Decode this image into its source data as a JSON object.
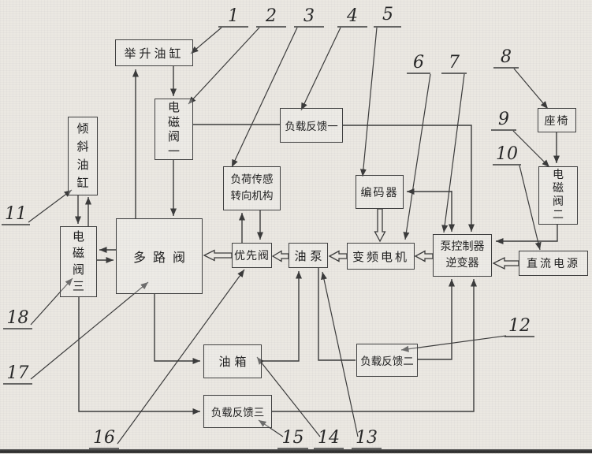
{
  "figure_type": "hydraulic-electric control system block diagram (scanned patent figure)",
  "colors": {
    "paper": "#ebe8e2",
    "line": "#3a3a3a",
    "text": "#1e1e1e"
  },
  "blocks": {
    "lift_cylinder": {
      "label": "举升油缸"
    },
    "solenoid_valve_1": {
      "label": "电磁阀一"
    },
    "load_feedback_1": {
      "label": "负载反馈一"
    },
    "tilt_cylinder": {
      "label": "倾斜油缸"
    },
    "solenoid_valve_3": {
      "label": "电磁阀三"
    },
    "multi_way_valve": {
      "label": "多路阀"
    },
    "load_sensing_steering": {
      "label": "负荷传感转向机构"
    },
    "priority_valve": {
      "label": "优先阀"
    },
    "oil_pump": {
      "label": "油泵"
    },
    "vfd_motor": {
      "label": "变频电机"
    },
    "encoder": {
      "label": "编码器"
    },
    "pump_controller_inverter": {
      "label": "泵控制器逆变器"
    },
    "dc_power": {
      "label": "直流电源"
    },
    "seat": {
      "label": "座椅"
    },
    "solenoid_valve_2": {
      "label": "电磁阀二"
    },
    "oil_tank": {
      "label": "油箱"
    },
    "load_feedback_2": {
      "label": "负载反馈二"
    },
    "load_feedback_3": {
      "label": "负载反馈三"
    }
  },
  "callouts": {
    "c1": {
      "label": "1",
      "target": "lift_cylinder"
    },
    "c2": {
      "label": "2",
      "target": "solenoid_valve_1"
    },
    "c3": {
      "label": "3",
      "target": "load_sensing_steering"
    },
    "c4": {
      "label": "4",
      "target": "load_feedback_1"
    },
    "c5": {
      "label": "5",
      "target": "encoder"
    },
    "c6": {
      "label": "6",
      "target": "vfd_motor"
    },
    "c7": {
      "label": "7",
      "target": "pump_controller_inverter"
    },
    "c8": {
      "label": "8",
      "target": "seat"
    },
    "c9": {
      "label": "9",
      "target": "solenoid_valve_2"
    },
    "c10": {
      "label": "10",
      "target": "dc_power"
    },
    "c11": {
      "label": "11",
      "target": "tilt_cylinder"
    },
    "c12": {
      "label": "12",
      "target": "load_feedback_2"
    },
    "c13": {
      "label": "13",
      "target": "oil_pump"
    },
    "c14": {
      "label": "14",
      "target": "oil_tank"
    },
    "c15": {
      "label": "15",
      "target": "load_feedback_3"
    },
    "c16": {
      "label": "16",
      "target": "priority_valve"
    },
    "c17": {
      "label": "17",
      "target": "multi_way_valve"
    },
    "c18": {
      "label": "18",
      "target": "solenoid_valve_3"
    }
  },
  "connections": [
    {
      "from": "multi_way_valve",
      "to": "lift_cylinder",
      "style": "arrow"
    },
    {
      "from": "lift_cylinder",
      "to": "solenoid_valve_1",
      "style": "arrow"
    },
    {
      "from": "solenoid_valve_1",
      "to": "multi_way_valve",
      "style": "arrow"
    },
    {
      "from": "tilt_cylinder",
      "to": "solenoid_valve_3",
      "style": "arrow"
    },
    {
      "from": "solenoid_valve_3",
      "to": "tilt_cylinder",
      "style": "arrow"
    },
    {
      "from": "multi_way_valve",
      "to": "solenoid_valve_3",
      "style": "arrow"
    },
    {
      "from": "solenoid_valve_3",
      "to": "multi_way_valve",
      "style": "arrow"
    },
    {
      "from": "solenoid_valve_1",
      "to": "load_feedback_1",
      "style": "line"
    },
    {
      "from": "load_feedback_1",
      "to": "pump_controller_inverter",
      "style": "arrow"
    },
    {
      "from": "pump_controller_inverter",
      "to": "encoder",
      "style": "arrow-both"
    },
    {
      "from": "priority_valve",
      "to": "load_sensing_steering",
      "style": "arrow"
    },
    {
      "from": "load_sensing_steering",
      "to": "priority_valve",
      "style": "arrow"
    },
    {
      "from": "seat",
      "to": "solenoid_valve_2",
      "style": "arrow"
    },
    {
      "from": "solenoid_valve_2",
      "to": "pump_controller_inverter",
      "style": "arrow"
    },
    {
      "from": "dc_power",
      "to": "pump_controller_inverter",
      "style": "hollow-arrow"
    },
    {
      "from": "pump_controller_inverter",
      "to": "vfd_motor",
      "style": "hollow-arrow"
    },
    {
      "from": "vfd_motor",
      "to": "oil_pump",
      "style": "hollow-arrow"
    },
    {
      "from": "oil_pump",
      "to": "priority_valve",
      "style": "hollow-arrow"
    },
    {
      "from": "priority_valve",
      "to": "multi_way_valve",
      "style": "hollow-arrow"
    },
    {
      "from": "encoder",
      "to": "vfd_motor",
      "style": "hollow-arrow"
    },
    {
      "from": "oil_tank",
      "to": "oil_pump",
      "style": "arrow"
    },
    {
      "from": "oil_pump",
      "to": "load_feedback_2",
      "style": "line"
    },
    {
      "from": "load_feedback_2",
      "to": "pump_controller_inverter",
      "style": "arrow"
    },
    {
      "from": "solenoid_valve_3",
      "to": "load_feedback_3",
      "style": "arrow"
    },
    {
      "from": "load_feedback_3",
      "to": "pump_controller_inverter",
      "style": "arrow"
    },
    {
      "from": "multi_way_valve",
      "to": "oil_tank",
      "style": "arrow"
    }
  ]
}
